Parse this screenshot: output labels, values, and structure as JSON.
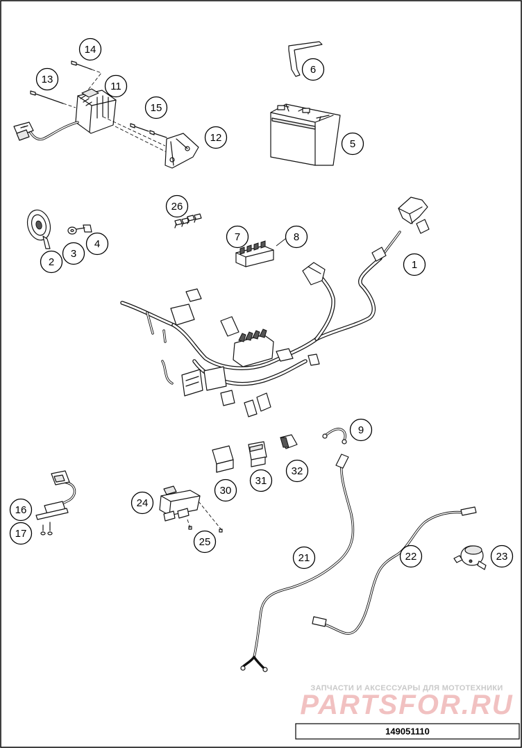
{
  "diagram": {
    "drawing_number": "149051110",
    "watermark": {
      "caption": "ЗАПЧАСТИ И АКСЕССУАРЫ ДЛЯ МОТОТЕХНИКИ",
      "brand": "PARTSFOR.RU"
    },
    "callouts": [
      {
        "id": "c1",
        "label": "1"
      },
      {
        "id": "c2",
        "label": "2"
      },
      {
        "id": "c3",
        "label": "3"
      },
      {
        "id": "c4",
        "label": "4"
      },
      {
        "id": "c5",
        "label": "5"
      },
      {
        "id": "c6",
        "label": "6"
      },
      {
        "id": "c7",
        "label": "7"
      },
      {
        "id": "c8",
        "label": "8"
      },
      {
        "id": "c9",
        "label": "9"
      },
      {
        "id": "c11",
        "label": "11"
      },
      {
        "id": "c12",
        "label": "12"
      },
      {
        "id": "c13",
        "label": "13"
      },
      {
        "id": "c14",
        "label": "14"
      },
      {
        "id": "c15",
        "label": "15"
      },
      {
        "id": "c16",
        "label": "16"
      },
      {
        "id": "c17",
        "label": "17"
      },
      {
        "id": "c21",
        "label": "21"
      },
      {
        "id": "c22",
        "label": "22"
      },
      {
        "id": "c23",
        "label": "23"
      },
      {
        "id": "c24",
        "label": "24"
      },
      {
        "id": "c25",
        "label": "25"
      },
      {
        "id": "c26",
        "label": "26"
      },
      {
        "id": "c30",
        "label": "30"
      },
      {
        "id": "c31",
        "label": "31"
      },
      {
        "id": "c32",
        "label": "32"
      }
    ]
  }
}
